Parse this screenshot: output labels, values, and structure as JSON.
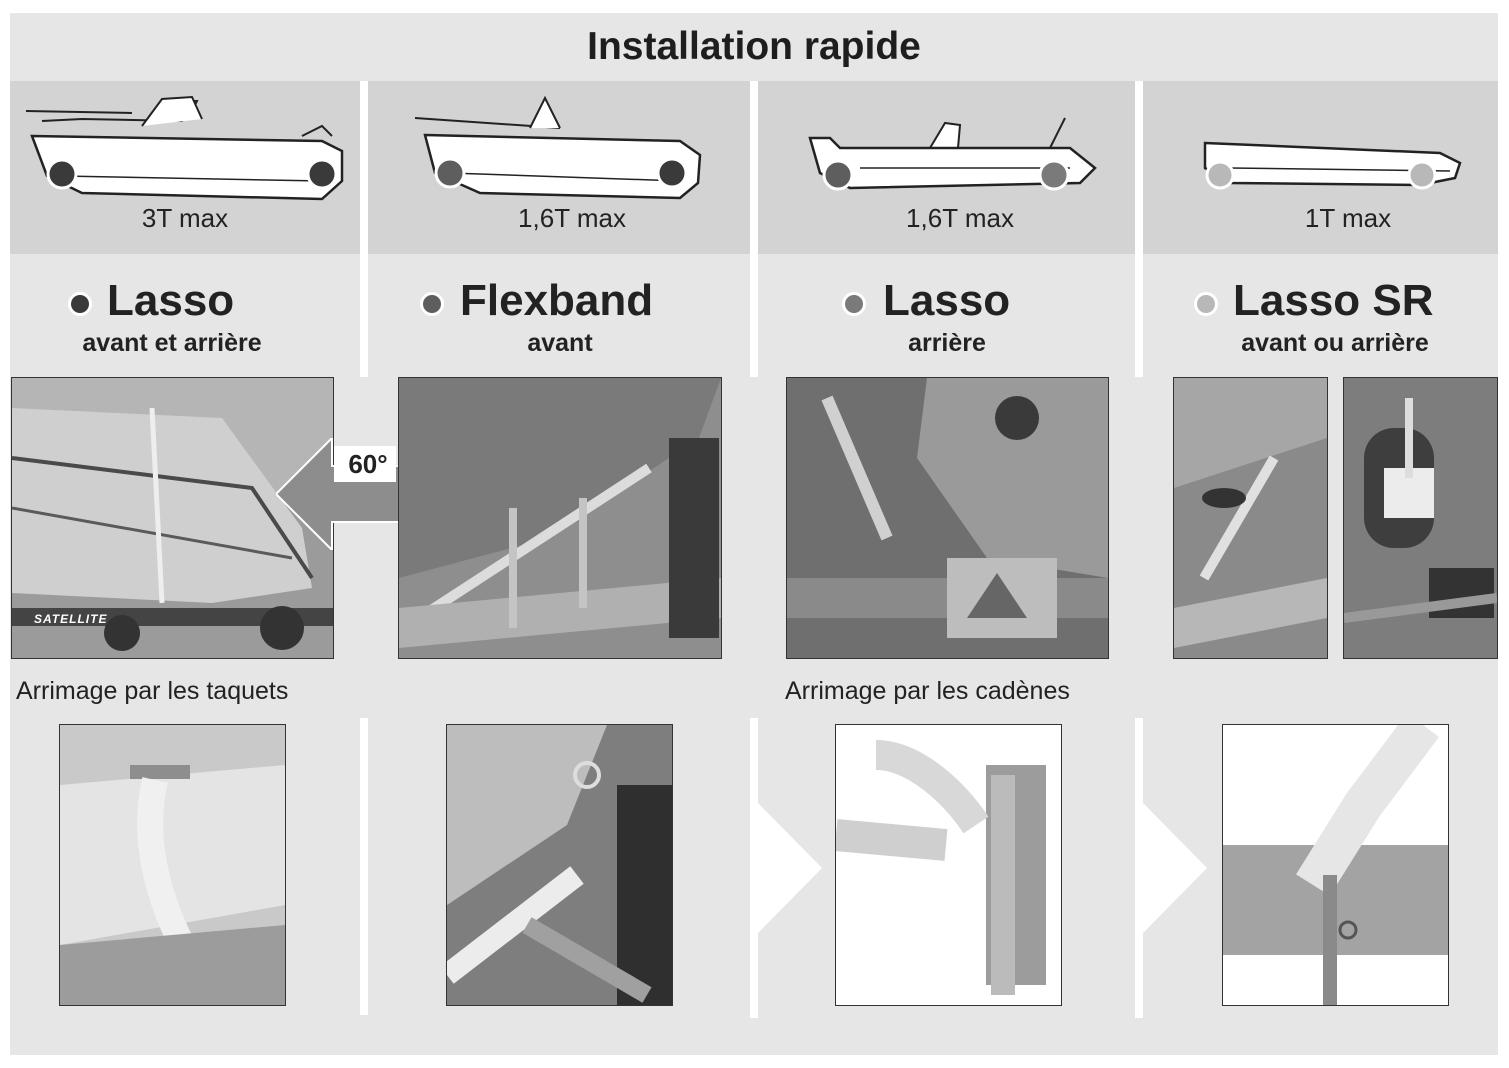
{
  "title": "Installation rapide",
  "columns": [
    {
      "capacity": "3T max",
      "product": "Lasso",
      "position": "avant et arrière",
      "dot_color": "#3a3a3a"
    },
    {
      "capacity": "1,6T max",
      "product": "Flexband",
      "position": "avant",
      "dot_color": "#5e5e5e"
    },
    {
      "capacity": "1,6T max",
      "product": "Lasso",
      "position": "arrière",
      "dot_color": "#7a7a7a"
    },
    {
      "capacity": "1T max",
      "product": "Lasso SR",
      "position": "avant ou arrière",
      "dot_color": "#b8b8b8"
    }
  ],
  "angle_label": "60°",
  "photo_text": {
    "trailer_brand": "SATELLITE"
  },
  "labels": {
    "cleats": "Arrimage par les taquets",
    "chainplates": "Arrimage par les cadènes"
  }
}
